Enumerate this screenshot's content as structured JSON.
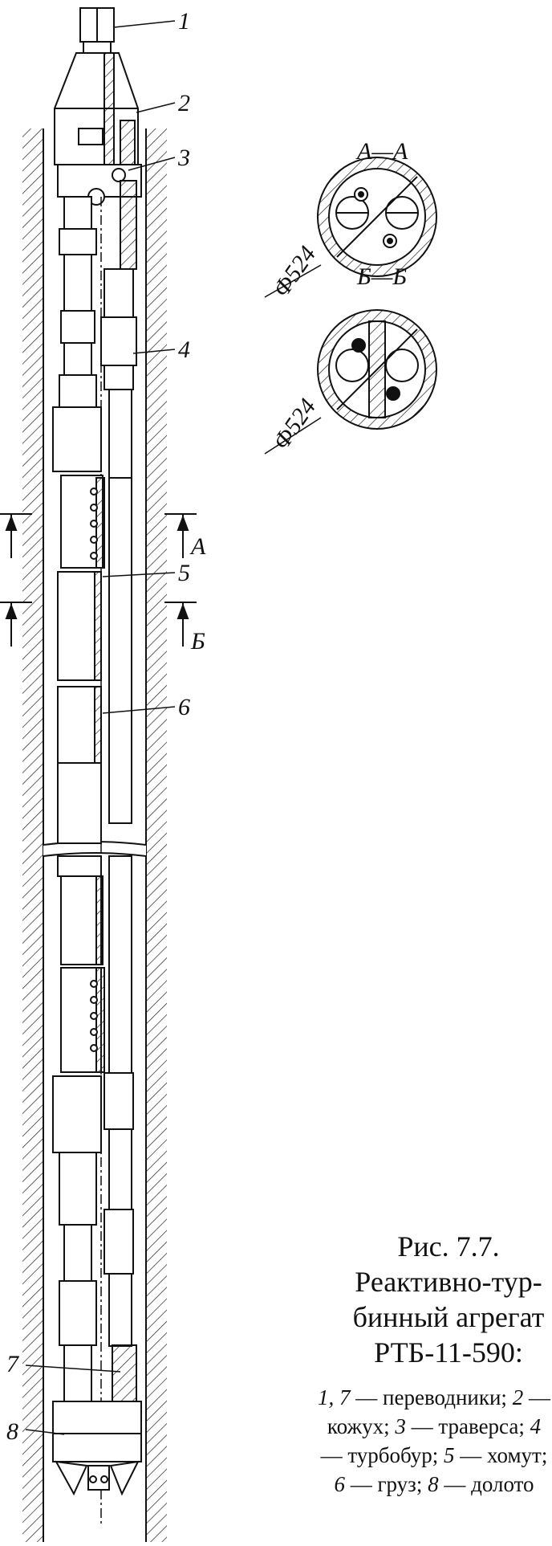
{
  "labels": {
    "l1": "1",
    "l2": "2",
    "l3": "3",
    "l4": "4",
    "l5": "5",
    "l6": "6",
    "l7": "7",
    "l8": "8"
  },
  "sections": {
    "aa_title": "А—А",
    "bb_title": "Б—Б",
    "aa_diameter": "Ф524",
    "bb_diameter": "Ф524",
    "cut_a": "А",
    "cut_b": "Б"
  },
  "caption": {
    "line1": "Рис. 7.7. Реактивно-тур-",
    "line2": "бинный агрегат",
    "line3": "РТБ-11-590:"
  },
  "legend": [
    {
      "num": "1, 7",
      "text": " — переводники; "
    },
    {
      "num": "2",
      "text": " — кожух; "
    },
    {
      "num": "3",
      "text": " — траверса; "
    },
    {
      "num": "4",
      "text": " — турбобур; "
    },
    {
      "num": "5",
      "text": " — хомут; "
    },
    {
      "num": "6",
      "text": " — груз; "
    },
    {
      "num": "8",
      "text": " — долото"
    }
  ]
}
